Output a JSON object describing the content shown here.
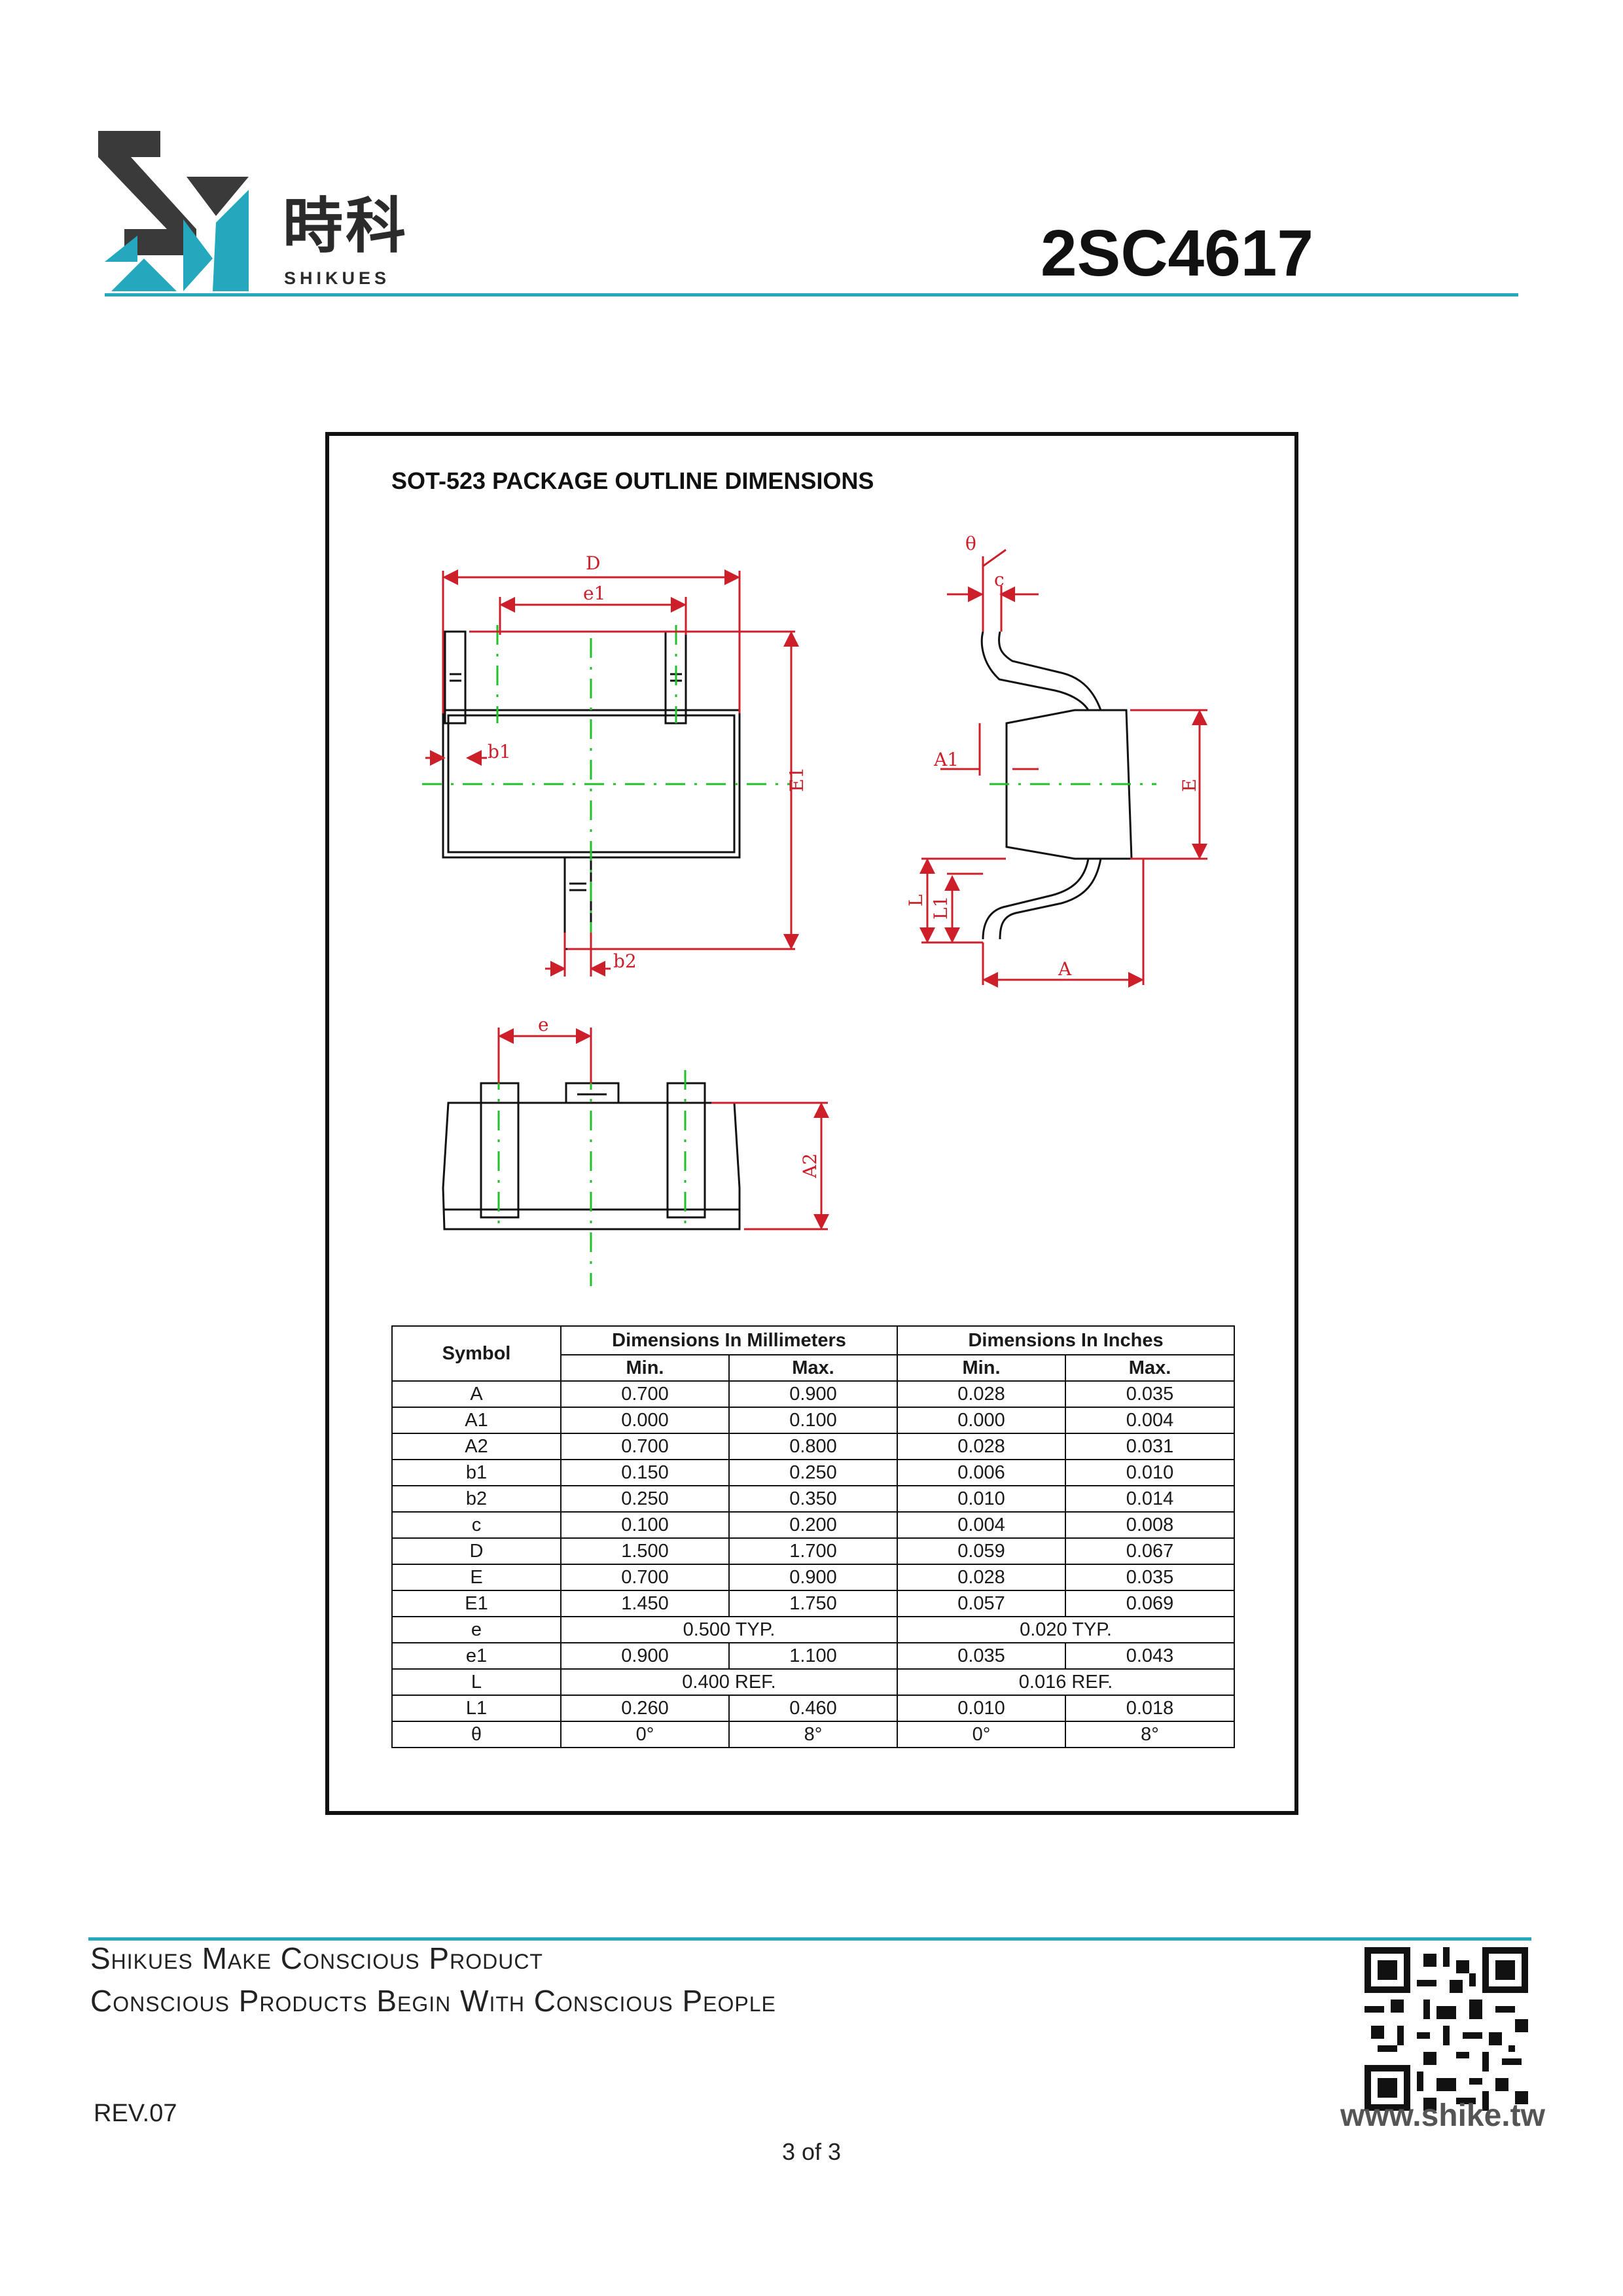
{
  "header": {
    "brand_cn": "時科",
    "brand_en": "SHIKUES",
    "part_number": "2SC4617"
  },
  "package": {
    "title": "SOT-523  PACKAGE  OUTLINE  DIMENSIONS"
  },
  "drawing_labels": {
    "D": "D",
    "e1": "e1",
    "b1": "b1",
    "E1": "E1",
    "b2": "b2",
    "theta": "θ",
    "c": "c",
    "A1": "A1",
    "E": "E",
    "L": "L",
    "L1": "L1",
    "A": "A",
    "e": "e",
    "A2": "A2"
  },
  "table": {
    "symbol_header": "Symbol",
    "mm_header": "Dimensions In Millimeters",
    "in_header": "Dimensions In Inches",
    "min_label": "Min.",
    "max_label": "Max.",
    "rows": [
      {
        "sym": "A",
        "mm_min": "0.700",
        "mm_max": "0.900",
        "in_min": "0.028",
        "in_max": "0.035"
      },
      {
        "sym": "A1",
        "mm_min": "0.000",
        "mm_max": "0.100",
        "in_min": "0.000",
        "in_max": "0.004"
      },
      {
        "sym": "A2",
        "mm_min": "0.700",
        "mm_max": "0.800",
        "in_min": "0.028",
        "in_max": "0.031"
      },
      {
        "sym": "b1",
        "mm_min": "0.150",
        "mm_max": "0.250",
        "in_min": "0.006",
        "in_max": "0.010"
      },
      {
        "sym": "b2",
        "mm_min": "0.250",
        "mm_max": "0.350",
        "in_min": "0.010",
        "in_max": "0.014"
      },
      {
        "sym": "c",
        "mm_min": "0.100",
        "mm_max": "0.200",
        "in_min": "0.004",
        "in_max": "0.008"
      },
      {
        "sym": "D",
        "mm_min": "1.500",
        "mm_max": "1.700",
        "in_min": "0.059",
        "in_max": "0.067"
      },
      {
        "sym": "E",
        "mm_min": "0.700",
        "mm_max": "0.900",
        "in_min": "0.028",
        "in_max": "0.035"
      },
      {
        "sym": "E1",
        "mm_min": "1.450",
        "mm_max": "1.750",
        "in_min": "0.057",
        "in_max": "0.069"
      },
      {
        "sym": "e",
        "mm_span": "0.500 TYP.",
        "in_span": "0.020 TYP."
      },
      {
        "sym": "e1",
        "mm_min": "0.900",
        "mm_max": "1.100",
        "in_min": "0.035",
        "in_max": "0.043"
      },
      {
        "sym": "L",
        "mm_span": "0.400 REF.",
        "in_span": "0.016 REF."
      },
      {
        "sym": "L1",
        "mm_min": "0.260",
        "mm_max": "0.460",
        "in_min": "0.010",
        "in_max": "0.018"
      },
      {
        "sym": "θ",
        "mm_min": "0°",
        "mm_max": "8°",
        "in_min": "0°",
        "in_max": "8°"
      }
    ]
  },
  "footer": {
    "slogan1": "Shikues Make Conscious Product",
    "slogan2": "Conscious Products Begin With Conscious People",
    "revision": "REV.07",
    "page": "3 of 3",
    "url": "www.shike.tw"
  },
  "colors": {
    "accent": "#23a8bd",
    "dimension_red": "#cc1f2a",
    "centerline_green": "#22c02a"
  }
}
